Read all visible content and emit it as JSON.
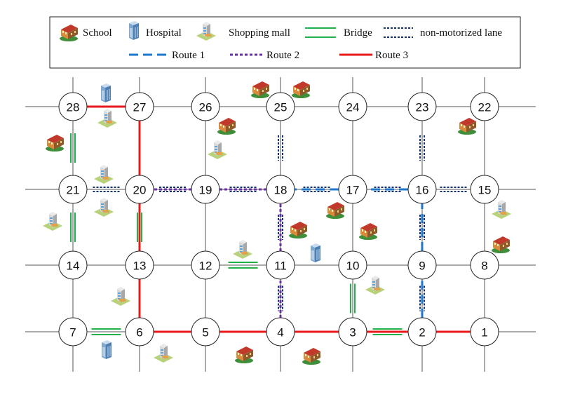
{
  "legend": {
    "items": [
      {
        "label": "School"
      },
      {
        "label": "Hospital"
      },
      {
        "label": "Shopping mall"
      },
      {
        "label": "Bridge"
      },
      {
        "label": "non-motorized lane"
      },
      {
        "label": "Route 1"
      },
      {
        "label": "Route 2"
      },
      {
        "label": "Route 3"
      }
    ]
  },
  "colors": {
    "route1": "#1f77c9",
    "route2": "#6a2fa0",
    "route3": "#e8191b",
    "bridge": "#22b04a",
    "nonmotor": "#14306e",
    "road": "#555555"
  },
  "nodes": [
    {
      "id": "1"
    },
    {
      "id": "2"
    },
    {
      "id": "3"
    },
    {
      "id": "4"
    },
    {
      "id": "5"
    },
    {
      "id": "6"
    },
    {
      "id": "7"
    },
    {
      "id": "8"
    },
    {
      "id": "9"
    },
    {
      "id": "10"
    },
    {
      "id": "11"
    },
    {
      "id": "12"
    },
    {
      "id": "13"
    },
    {
      "id": "14"
    },
    {
      "id": "15"
    },
    {
      "id": "16"
    },
    {
      "id": "17"
    },
    {
      "id": "18"
    },
    {
      "id": "19"
    },
    {
      "id": "20"
    },
    {
      "id": "21"
    },
    {
      "id": "22"
    },
    {
      "id": "23"
    },
    {
      "id": "24"
    },
    {
      "id": "25"
    },
    {
      "id": "26"
    },
    {
      "id": "27"
    },
    {
      "id": "28"
    }
  ],
  "routes": {
    "route1": [
      "2",
      "9",
      "16",
      "17",
      "18"
    ],
    "route2": [
      "4",
      "11",
      "18",
      "19",
      "20"
    ],
    "route3": [
      "1",
      "2",
      "3",
      "4",
      "5",
      "6",
      "13",
      "20",
      "27",
      "28"
    ]
  },
  "bridges": [
    [
      "28",
      "21"
    ],
    [
      "21",
      "14"
    ],
    [
      "20",
      "13"
    ],
    [
      "12",
      "11"
    ],
    [
      "10",
      "3"
    ],
    [
      "7",
      "6"
    ],
    [
      "3",
      "2"
    ]
  ],
  "nonmotorized_lanes": [
    [
      "25",
      "18"
    ],
    [
      "21",
      "20"
    ],
    [
      "20",
      "19"
    ],
    [
      "19",
      "18"
    ],
    [
      "18",
      "17"
    ],
    [
      "17",
      "16"
    ],
    [
      "16",
      "15"
    ],
    [
      "23",
      "16"
    ],
    [
      "18",
      "11"
    ],
    [
      "16",
      "9"
    ],
    [
      "11",
      "4"
    ],
    [
      "9",
      "2"
    ]
  ],
  "icons": {
    "school": 11,
    "hospital": 3,
    "shopping_mall": 10
  }
}
